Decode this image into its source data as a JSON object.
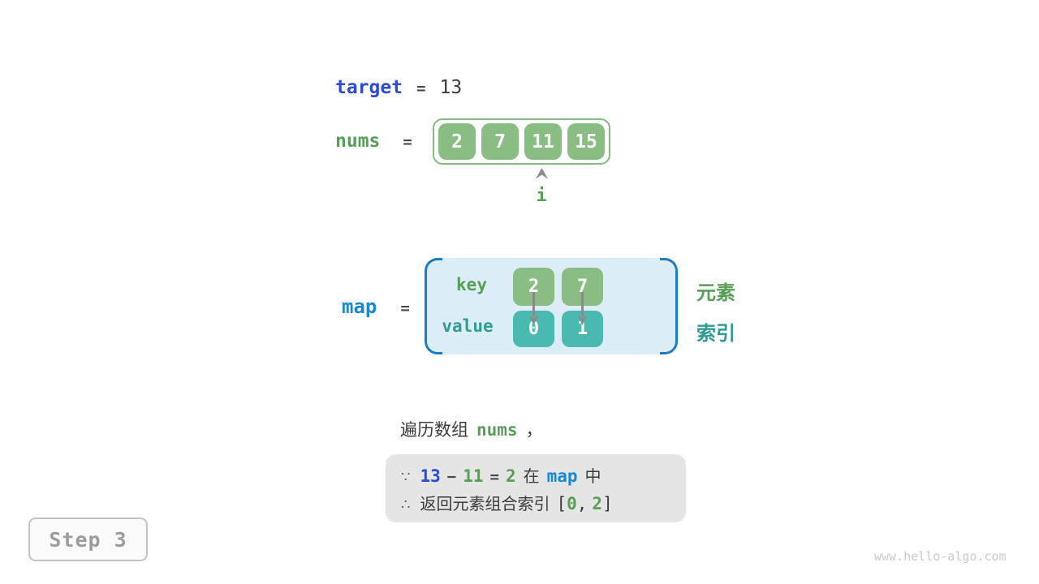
{
  "colors": {
    "accent_blue_dark": "#2b4bd7",
    "accent_blue_light": "#1789d3",
    "bracket_blue": "#1d7cc7",
    "green_text": "#579e58",
    "green_box": "#8abd84",
    "green_border": "#84ba7d",
    "teal_text": "#2e9b94",
    "teal_box": "#4abab0",
    "map_background": "#dcedf8",
    "arrow_gray": "#8a8a8a",
    "conclusion_background": "#e5e5e6"
  },
  "target": {
    "label": "target",
    "equals": "=",
    "value": "13"
  },
  "nums": {
    "label": "nums",
    "equals": "=",
    "values": [
      "2",
      "7",
      "11",
      "15"
    ],
    "pointer_label": "i"
  },
  "map": {
    "label": "map",
    "equals": "=",
    "key_label": "key",
    "value_label": "value",
    "entries": [
      {
        "key": "2",
        "value": "0"
      },
      {
        "key": "7",
        "value": "1"
      }
    ],
    "key_annotation": "元素",
    "value_annotation": "索引"
  },
  "caption": {
    "prefix": "遍历数组",
    "code": "nums",
    "suffix": "，"
  },
  "conclusion": {
    "line1": {
      "because": "∵",
      "minuend": "13",
      "minus": "−",
      "subtrahend": "11",
      "equals": "=",
      "difference": "2",
      "in_prefix": "在",
      "map_ref": "map",
      "in_suffix": "中"
    },
    "line2": {
      "therefore": "∴",
      "text": "返回元素组合索引",
      "bracket_open": "[",
      "index1": "0",
      "comma": ",",
      "index2": "2",
      "bracket_close": "]"
    }
  },
  "step": {
    "label": "Step 3"
  },
  "watermark": "www.hello-algo.com"
}
